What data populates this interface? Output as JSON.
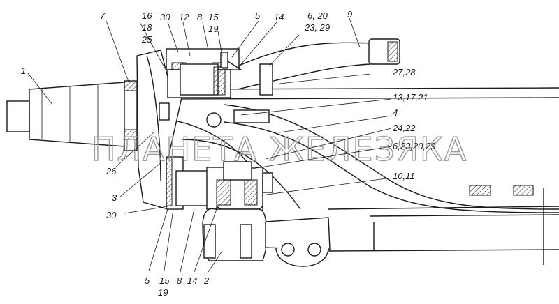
{
  "watermark": "ПЛАНЕТА ЖЕЛЕЗЯКА",
  "callouts": {
    "c1": "1",
    "c2": "2",
    "c3": "3",
    "c5_top": "5",
    "c5_bottom": "5",
    "c6_20": "6, 20",
    "c23_29": "23, 29",
    "c7": "7",
    "c8_top": "8",
    "c8_bottom": "8",
    "c9": "9",
    "c10_11": "10,11",
    "c12": "12",
    "c13_17_21": "13,17,21",
    "c14_top": "14",
    "c14_bottom": "14",
    "c15_top": "15",
    "c19_top": "19",
    "c15_bottom": "15",
    "c19_bottom": "19",
    "c16": "16",
    "c18": "18",
    "c25": "25",
    "c24_22": "24,22",
    "c6_23_20_29": "6,23,20,29",
    "c26": "26",
    "c27_28": "27,28",
    "c30_top": "30",
    "c30_bottom": "30",
    "c4": "4"
  }
}
